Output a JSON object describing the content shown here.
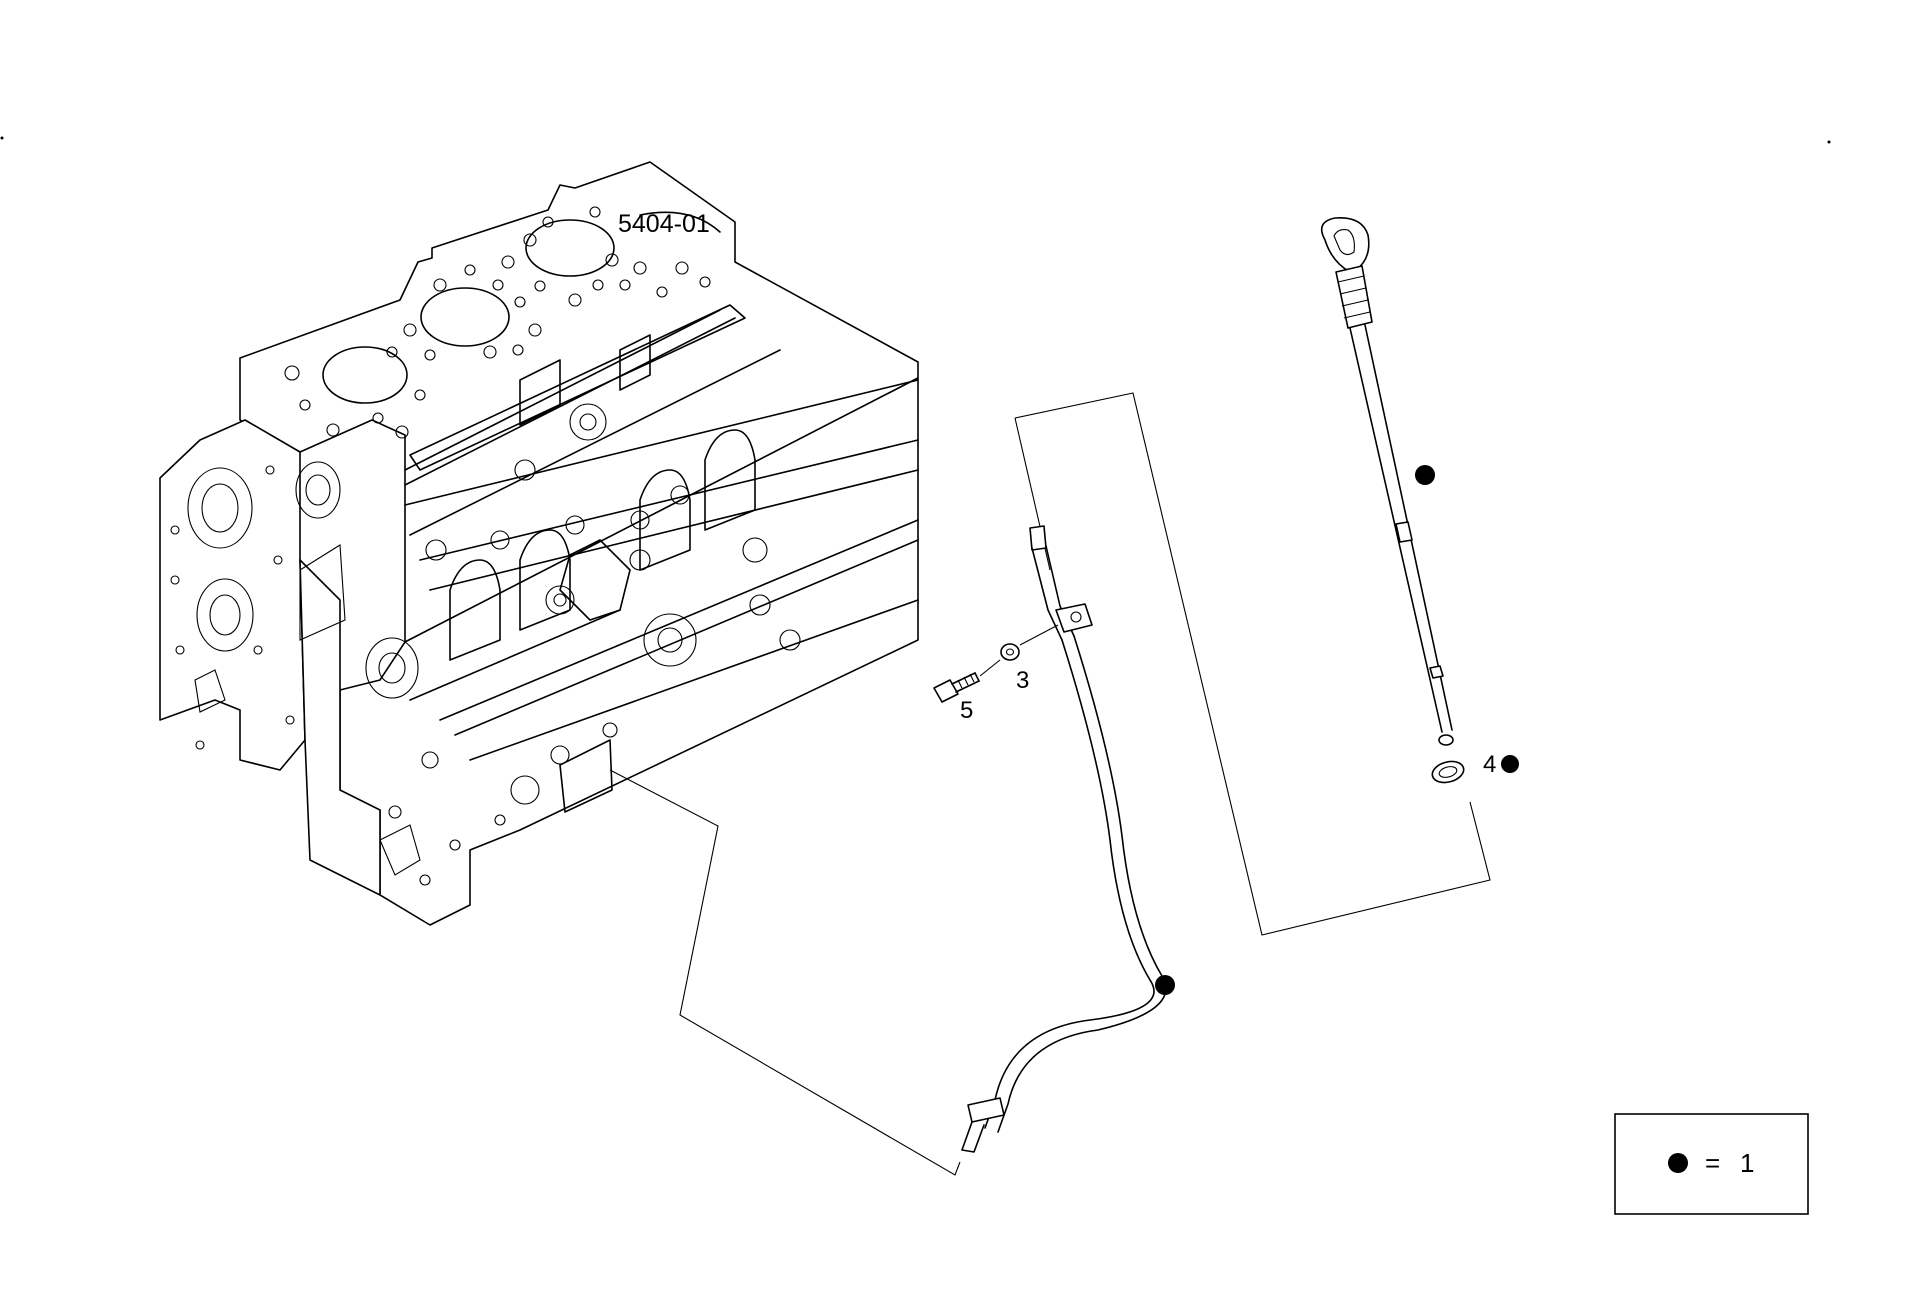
{
  "figure": {
    "code": "5404-01"
  },
  "callouts": [
    {
      "id": "callout-3",
      "text": "3"
    },
    {
      "id": "callout-4",
      "text": "4"
    },
    {
      "id": "callout-5",
      "text": "5"
    }
  ],
  "legend": {
    "symbol": "filled-dot-icon",
    "equals": "=",
    "value": "1"
  },
  "icons": [
    "filled-dot-icon"
  ],
  "colors": {
    "line": "#000000",
    "background": "#ffffff"
  }
}
